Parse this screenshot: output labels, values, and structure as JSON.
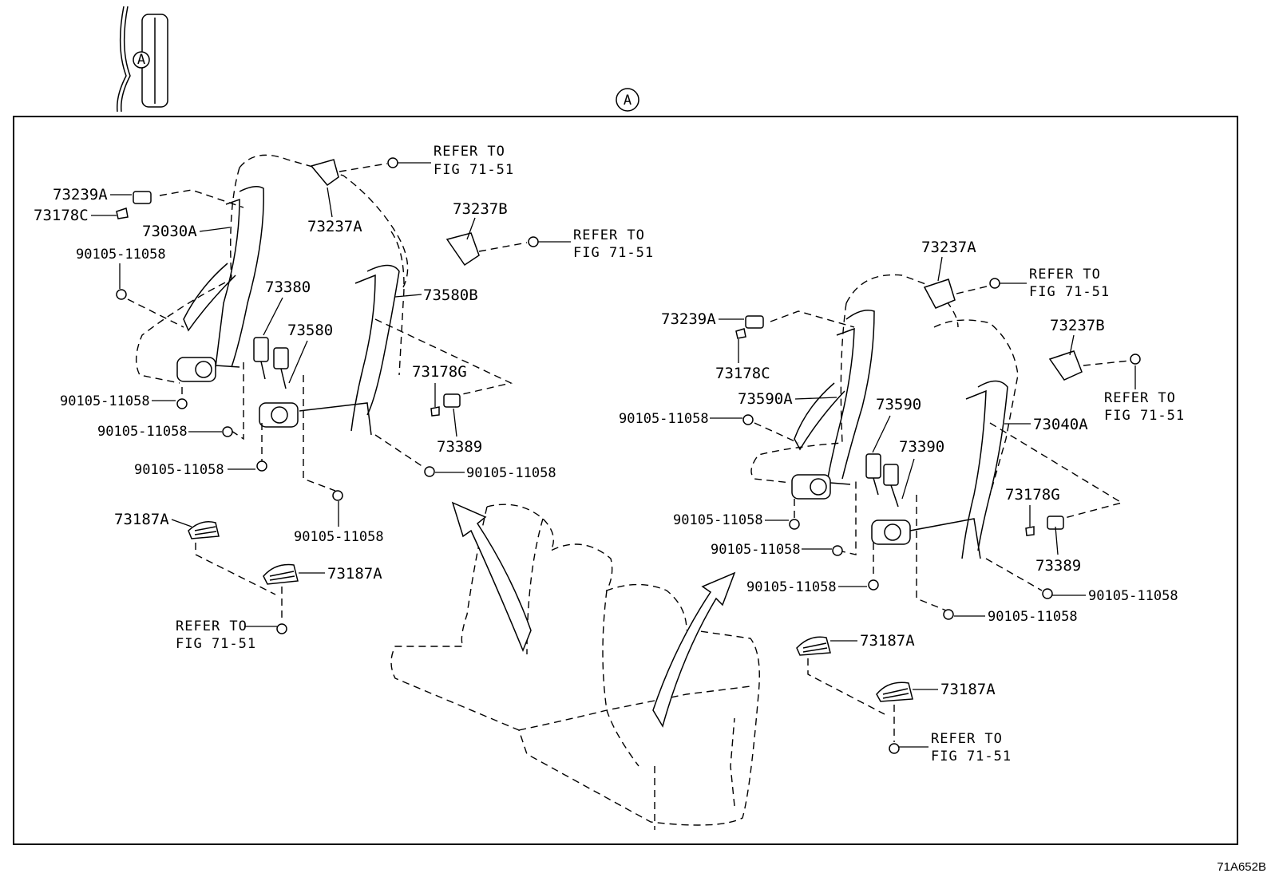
{
  "callout": "A",
  "figure_code": "71A652B",
  "left_seat": {
    "retainer": "73239A",
    "cover_c": "73178C",
    "belt_outer": "73030A",
    "anchor_cover_a": "73237A",
    "anchor_cover_b": "73237B",
    "belt_center": "73580B",
    "buckle_inner": "73380",
    "buckle_outer": "73580",
    "cover_g": "73178G",
    "retainer_389": "73389",
    "floor_cover_1": "73187A",
    "floor_cover_2": "73187A",
    "bolt": "90105-11058",
    "ref_line1": "REFER TO",
    "ref_line2": "FIG 71-51"
  },
  "right_seat": {
    "anchor_cover_a": "73237A",
    "retainer": "73239A",
    "cover_c": "73178C",
    "belt_outer": "73590A",
    "anchor_cover_b": "73237B",
    "buckle_inner": "73590",
    "buckle_outer": "73390",
    "belt_center": "73040A",
    "cover_g": "73178G",
    "retainer_389": "73389",
    "floor_cover_1": "73187A",
    "floor_cover_2": "73187A",
    "bolt": "90105-11058",
    "ref_line1": "REFER TO",
    "ref_line2": "FIG 71-51"
  }
}
